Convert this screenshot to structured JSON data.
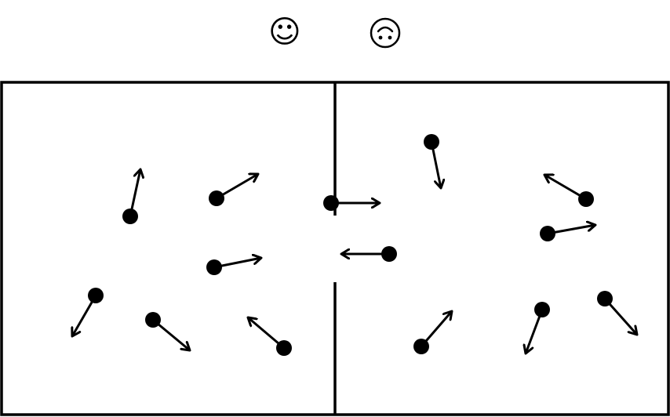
{
  "faces": {
    "happy": "☺",
    "sad": "◠"
  },
  "colors": {
    "ink": "#000000",
    "background": "#ffffff"
  },
  "particles": {
    "left_chamber_count": 7,
    "right_chamber_count": 7,
    "in_gate_count": 2
  }
}
